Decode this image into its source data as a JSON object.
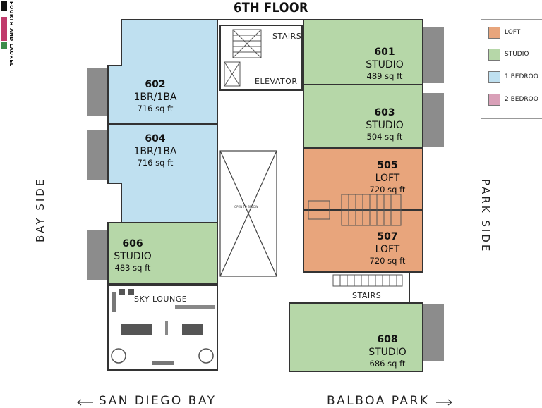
{
  "title": "6TH FLOOR",
  "logo": {
    "text": "FOURTH AND LAUREL"
  },
  "legend": [
    {
      "label": "LOFT",
      "color": "#e8a57c"
    },
    {
      "label": "STUDIO",
      "color": "#b6d7a8"
    },
    {
      "label": "1 BEDROO",
      "color": "#bfe0f0"
    },
    {
      "label": "2 BEDROO",
      "color": "#d9a0b8"
    }
  ],
  "units": {
    "u601": {
      "number": "601",
      "type": "STUDIO",
      "area": "489 sq ft"
    },
    "u602": {
      "number": "602",
      "type": "1BR/1BA",
      "area": "716 sq ft"
    },
    "u603": {
      "number": "603",
      "type": "STUDIO",
      "area": "504 sq ft"
    },
    "u604": {
      "number": "604",
      "type": "1BR/1BA",
      "area": "716 sq ft"
    },
    "u505": {
      "number": "505",
      "type": "LOFT",
      "area": "720 sq ft"
    },
    "u507": {
      "number": "507",
      "type": "LOFT",
      "area": "720 sq ft"
    },
    "u606": {
      "number": "606",
      "type": "STUDIO",
      "area": "483 sq ft"
    },
    "u608": {
      "number": "608",
      "type": "STUDIO",
      "area": "686 sq ft"
    }
  },
  "labels": {
    "stairs_top": "STAIRS",
    "elevator": "ELEVATOR",
    "stairs_bottom": "STAIRS",
    "sky_lounge": "SKY LOUNGE",
    "open_to_below": "OPEN TO BELOW",
    "bay_side": "BAY SIDE",
    "park_side": "PARK SIDE",
    "san_diego_bay": "SAN DIEGO BAY",
    "balboa_park": "BALBOA PARK"
  },
  "colors": {
    "one_bedroom": "#bfe0f0",
    "studio": "#b6d7a8",
    "loft": "#e8a57c",
    "balcony": "#8c8c8c",
    "wall": "#333333"
  }
}
